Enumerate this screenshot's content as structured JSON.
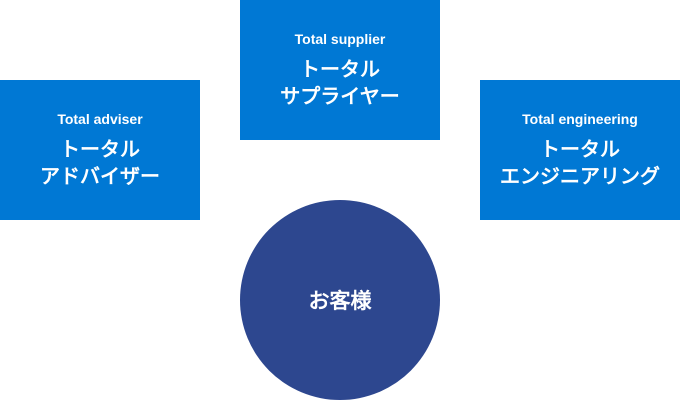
{
  "colors": {
    "box": "#0078d4",
    "circle": "#2d478f",
    "text": "#ffffff"
  },
  "nodes": {
    "adviser": {
      "english": "Total adviser",
      "japanese_line1": "トータル",
      "japanese_line2": "アドバイザー"
    },
    "supplier": {
      "english": "Total supplier",
      "japanese_line1": "トータル",
      "japanese_line2": "サプライヤー"
    },
    "engineering": {
      "english": "Total engineering",
      "japanese_line1": "トータル",
      "japanese_line2": "エンジニアリング"
    },
    "customer": {
      "label": "お客様"
    }
  }
}
